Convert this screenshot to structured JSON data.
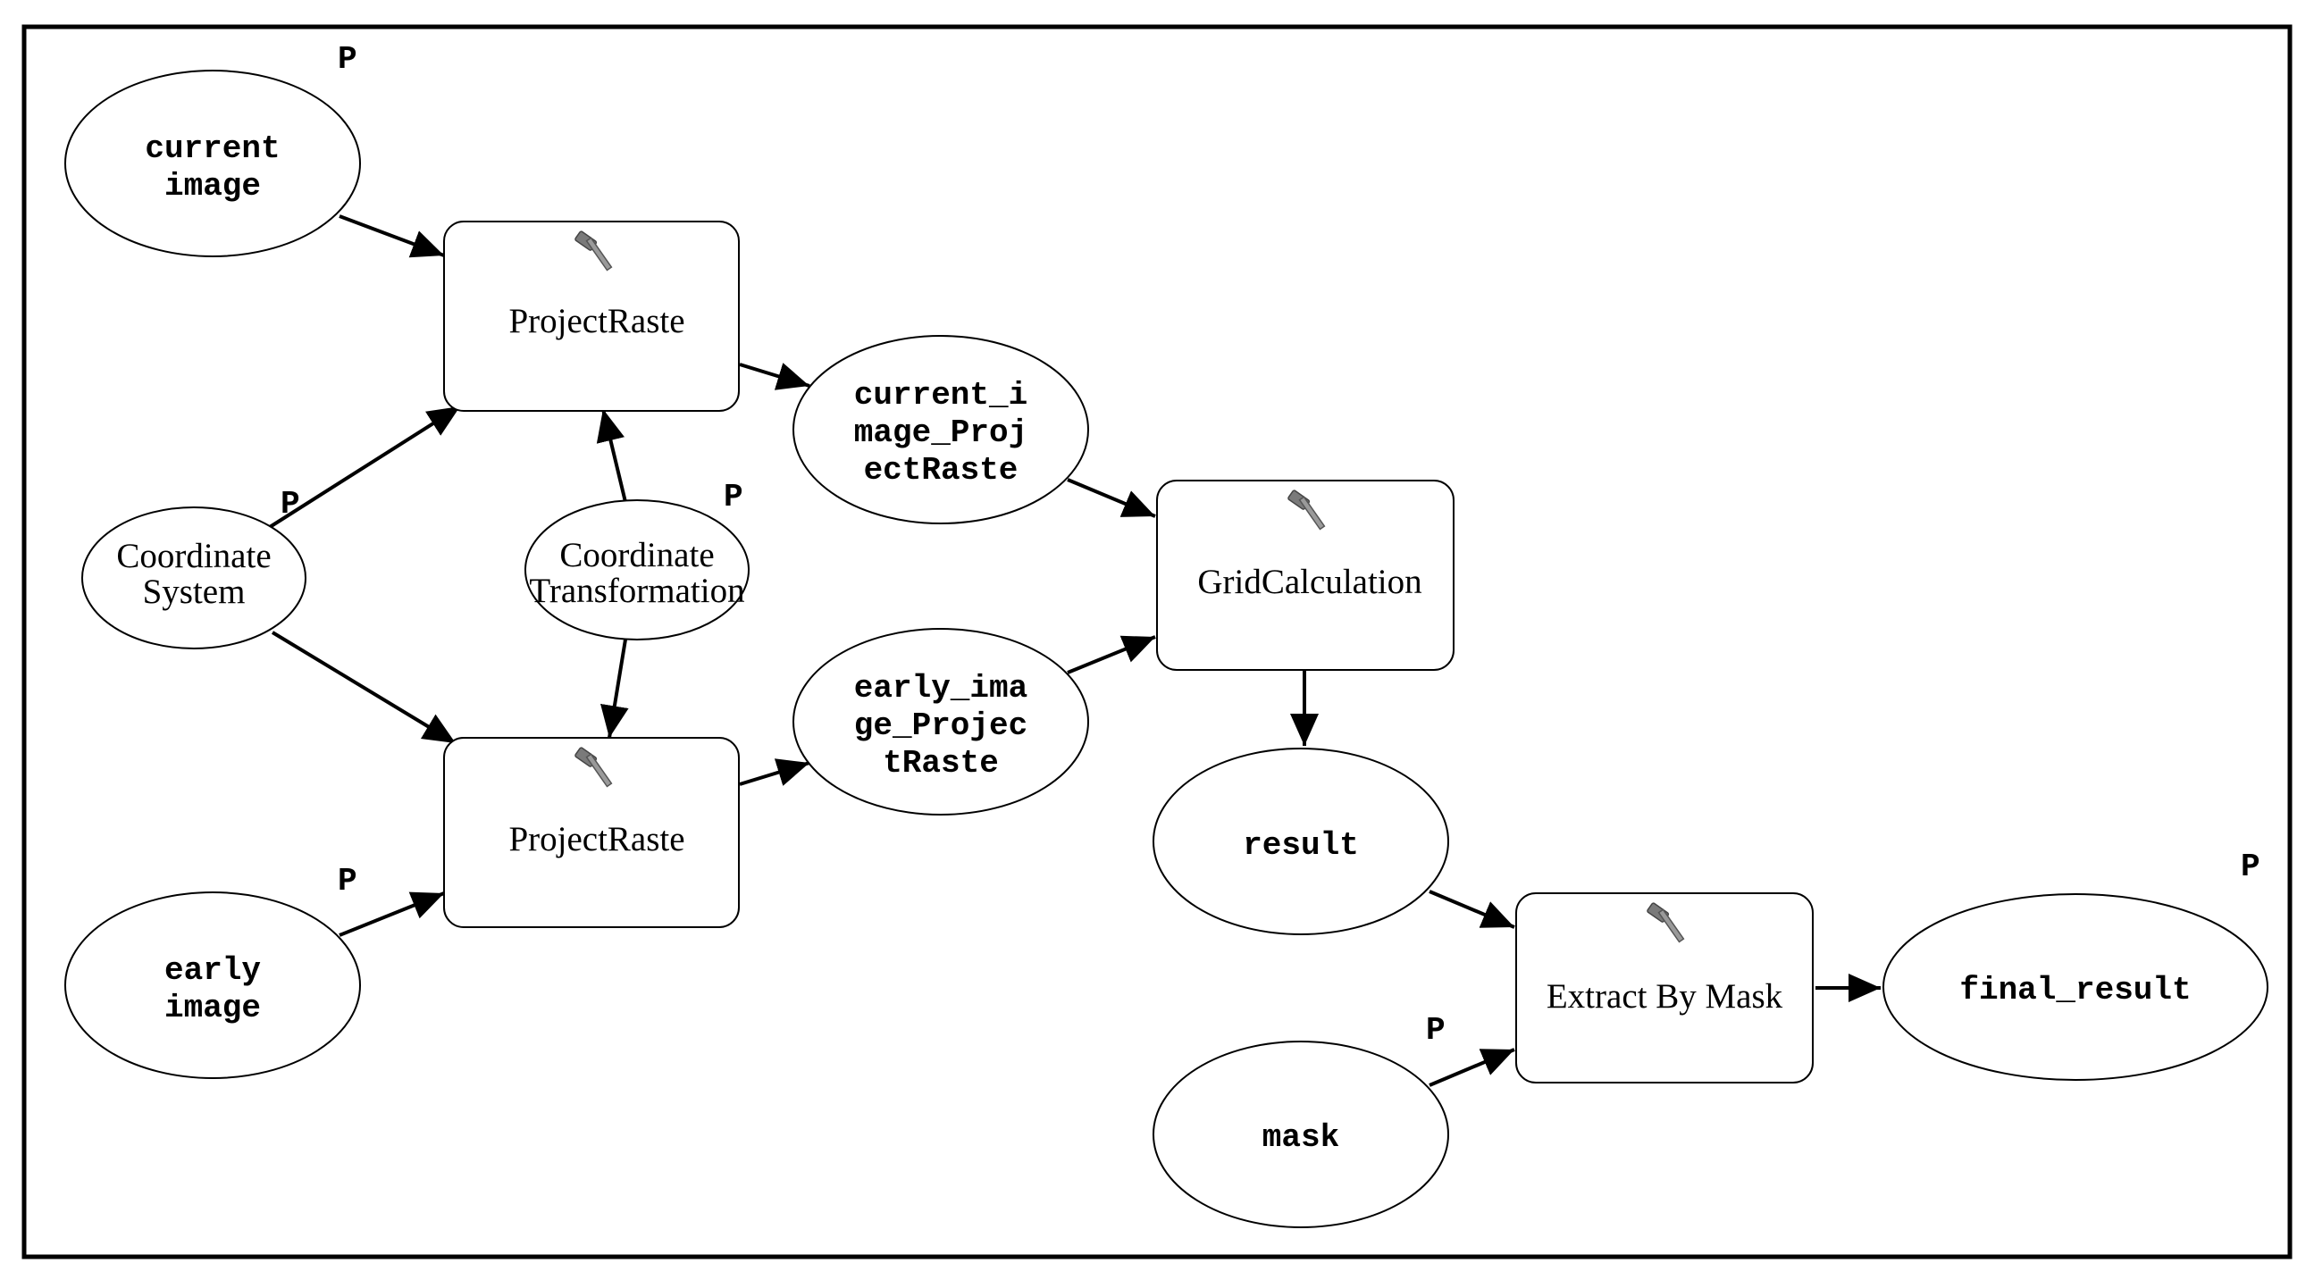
{
  "nodes": {
    "current_image": {
      "lines": [
        "current",
        "image"
      ],
      "param_marker": "P"
    },
    "early_image": {
      "lines": [
        "early",
        "image"
      ],
      "param_marker": "P"
    },
    "coordinate_system": {
      "lines": [
        "Coordinate",
        "System"
      ],
      "param_marker": "P"
    },
    "coordinate_transformation": {
      "lines": [
        "Coordinate",
        "Transformation"
      ],
      "param_marker": "P"
    },
    "project_raste_top": {
      "label": "ProjectRaste"
    },
    "project_raste_bottom": {
      "label": "ProjectRaste"
    },
    "current_image_projectraste": {
      "lines": [
        "current_i",
        "mage_Proj",
        "ectRaste"
      ]
    },
    "early_image_projectraste": {
      "lines": [
        "early_ima",
        "ge_Projec",
        "tRaste"
      ]
    },
    "grid_calculation": {
      "label": "GridCalculation"
    },
    "result": {
      "lines": [
        "result"
      ]
    },
    "mask": {
      "lines": [
        "mask"
      ],
      "param_marker": "P"
    },
    "extract_by_mask": {
      "label": "Extract By Mask"
    },
    "final_result": {
      "lines": [
        "final_result"
      ],
      "param_marker": "P"
    }
  },
  "icons": {
    "tool": "hammer-icon"
  }
}
